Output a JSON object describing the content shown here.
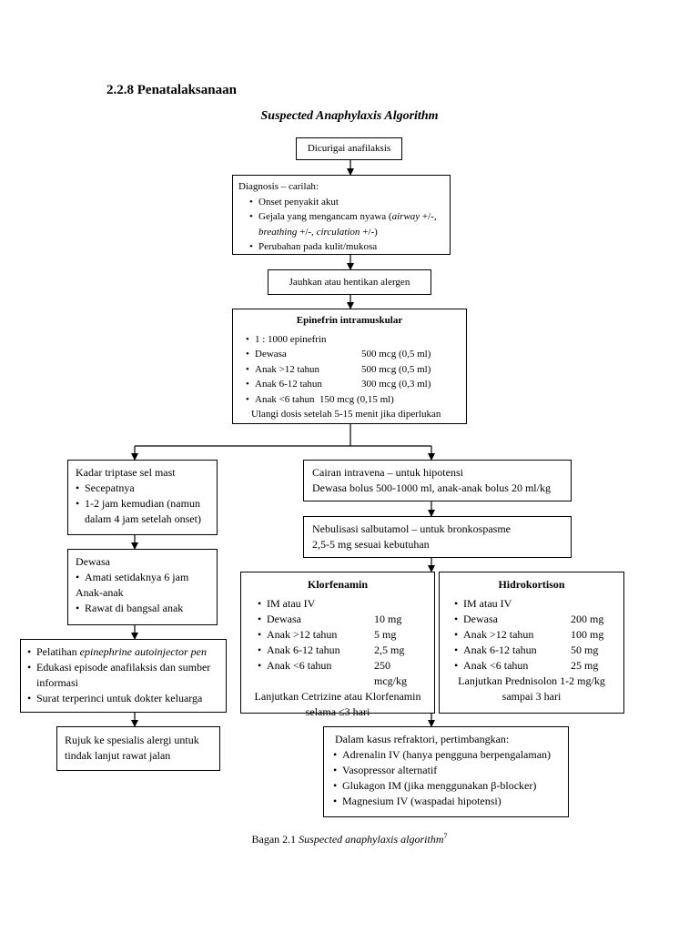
{
  "section_heading": "2.2.8 Penatalaksanaan",
  "diagram_title": "Suspected Anaphylaxis Algorithm",
  "start": "Dicurigai anafilaksis",
  "diagnosis": {
    "heading": "Diagnosis – carilah:",
    "b1": "Onset penyakit akut",
    "b2_a": "Gejala yang mengancam nyawa (",
    "b2_i1": "airway",
    "b2_b": " +/-,",
    "b2_i2": "breathing",
    "b2_c": " +/-, ",
    "b2_i3": "circulation",
    "b2_d": " +/-)",
    "b3": "Perubahan pada kulit/mukosa"
  },
  "allergen": "Jauhkan atau hentikan alergen",
  "epinefrin": {
    "title": "Epinefrin intramuskular",
    "r1": "1 : 1000 epinefrin",
    "r2_label": "Dewasa",
    "r2_dose": "500 mcg (0,5 ml)",
    "r3_label": "Anak >12 tahun",
    "r3_dose": "500 mcg (0,5 ml)",
    "r4_label": "Anak 6-12 tahun",
    "r4_dose": "300 mcg (0,3 ml)",
    "r5": "Anak <6 tahun  150 mcg (0,15 ml)",
    "repeat": "Ulangi dosis setelah 5-15 menit jika diperlukan"
  },
  "tryptase": {
    "heading": "Kadar triptase sel mast",
    "b1": "Secepatnya",
    "b2": "1-2 jam kemudian (namun dalam 4 jam setelah onset)"
  },
  "observe": {
    "line1": "Dewasa",
    "b1": "Amati setidaknya 6 jam",
    "line2": "Anak-anak",
    "b2": "Rawat di bangsal anak"
  },
  "education": {
    "b1_a": "Pelatihan ",
    "b1_i": "epinephrine autoinjector pen",
    "b2": "Edukasi episode anafilaksis dan sumber informasi",
    "b3": "Surat terperinci untuk dokter keluarga"
  },
  "referral": "Rujuk ke spesialis alergi untuk tindak lanjut rawat jalan",
  "iv_fluid": {
    "line1": "Cairan intravena – untuk hipotensi",
    "line2": "Dewasa bolus 500-1000 ml, anak-anak bolus 20 ml/kg"
  },
  "salbutamol": {
    "line1": "Nebulisasi salbutamol – untuk bronkospasme",
    "line2": "2,5-5 mg sesuai kebutuhan"
  },
  "klorfenamin": {
    "title": "Klorfenamin",
    "r1": "IM atau IV",
    "r2_label": "Dewasa",
    "r2_dose": "10 mg",
    "r3_label": "Anak >12 tahun",
    "r3_dose": "5 mg",
    "r4_label": "Anak 6-12 tahun",
    "r4_dose": "2,5 mg",
    "r5_label": "Anak <6 tahun",
    "r5_dose": "250 mcg/kg",
    "cont1": "Lanjutkan Cetrizine atau Klorfenamin",
    "cont2": "selama ≤3 hari"
  },
  "hidrokortison": {
    "title": "Hidrokortison",
    "r1": "IM atau IV",
    "r2_label": "Dewasa",
    "r2_dose": "200 mg",
    "r3_label": "Anak >12 tahun",
    "r3_dose": "100 mg",
    "r4_label": "Anak 6-12 tahun",
    "r4_dose": "50 mg",
    "r5_label": "Anak <6 tahun",
    "r5_dose": "25 mg",
    "cont1": "Lanjutkan Prednisolon 1-2 mg/kg",
    "cont2": "sampai 3 hari"
  },
  "refractory": {
    "heading": "Dalam kasus refraktori, pertimbangkan:",
    "b1": "Adrenalin IV (hanya pengguna berpengalaman)",
    "b2": "Vasopressor alternatif",
    "b3": "Glukagon IM (jika menggunakan β-blocker)",
    "b4": "Magnesium IV (waspadai hipotensi)"
  },
  "caption": {
    "prefix": "Bagan 2.1 ",
    "italic": "Suspected anaphylaxis algorithm",
    "sup": "7"
  }
}
